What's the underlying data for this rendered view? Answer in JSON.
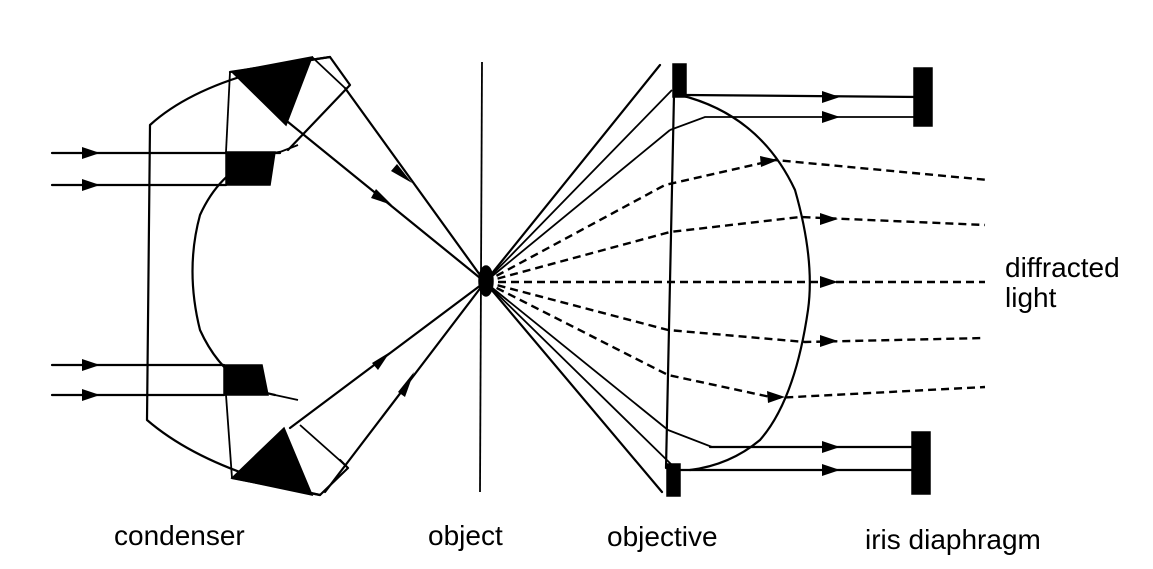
{
  "labels": {
    "condenser": "condenser",
    "object": "object",
    "objective": "objective",
    "iris": "iris diaphragm",
    "diffracted_line1": "diffracted",
    "diffracted_line2": "light"
  }
}
